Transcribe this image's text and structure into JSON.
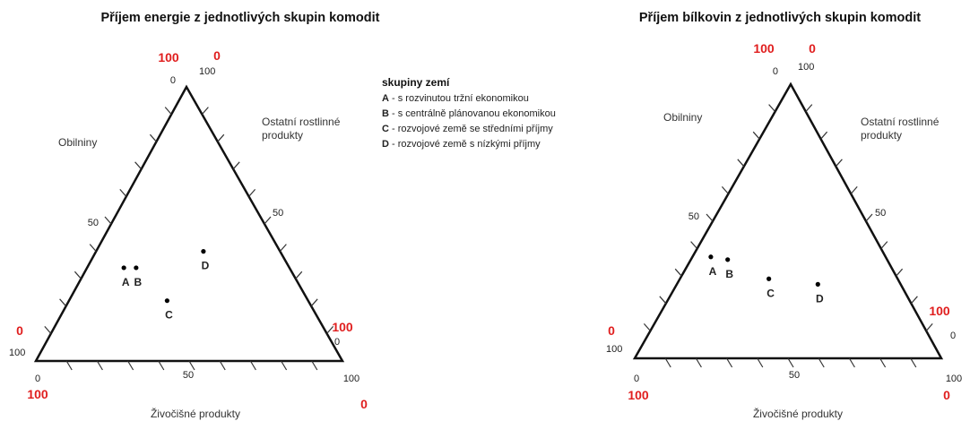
{
  "chart_data": [
    {
      "type": "ternary-scatter",
      "title": "Příjem energie z jednotlivých skupin komodit",
      "axes": {
        "left": "Obilniny",
        "right": "Ostatní rostlinné produkty",
        "bottom": "Živočišné produkty"
      },
      "tick_labels": {
        "top": {
          "left": "0",
          "right": "100"
        },
        "right_mid": "50",
        "left_mid": "50",
        "bottom_left": {
          "up": "100",
          "down": "0"
        },
        "bottom_right": {
          "up": "0",
          "down": "100"
        },
        "bottom_mid": "50"
      },
      "red_labels": {
        "top_left": "100",
        "top_right": "0",
        "left": "0",
        "right": "100",
        "bottom_left": "100",
        "bottom_right": "0"
      },
      "points": [
        {
          "label": "A",
          "zivocisne": 54,
          "obilniny": 34,
          "ostatni": 12
        },
        {
          "label": "B",
          "zivocisne": 50,
          "obilniny": 34,
          "ostatni": 16
        },
        {
          "label": "C",
          "zivocisne": 46,
          "obilniny": 22,
          "ostatni": 32
        },
        {
          "label": "D",
          "zivocisne": 25,
          "obilniny": 40,
          "ostatni": 35
        }
      ]
    },
    {
      "type": "ternary-scatter",
      "title": "Příjem bílkovin z jednotlivých skupin komodit",
      "axes": {
        "left": "Obilniny",
        "right": "Ostatní rostlinné produkty",
        "bottom": "Živočišné produkty"
      },
      "tick_labels": {
        "top": {
          "left": "0",
          "right": "100"
        },
        "right_mid": "50",
        "left_mid": "50",
        "bottom_left": {
          "up": "100",
          "down": "0"
        },
        "bottom_right": {
          "up": "0",
          "down": "100"
        },
        "bottom_mid": "50"
      },
      "red_labels": {
        "top_left": "100",
        "top_right": "0",
        "left": "0",
        "right": "100",
        "bottom_left": "100",
        "bottom_right": "0"
      },
      "points": [
        {
          "label": "A",
          "zivocisne": 57,
          "obilniny": 37,
          "ostatni": 6
        },
        {
          "label": "B",
          "zivocisne": 52,
          "obilniny": 36,
          "ostatni": 12
        },
        {
          "label": "C",
          "zivocisne": 42,
          "obilniny": 29,
          "ostatni": 29
        },
        {
          "label": "D",
          "zivocisne": 27,
          "obilniny": 27,
          "ostatni": 46
        }
      ]
    }
  ],
  "legend": {
    "title": "skupiny zemí",
    "items": [
      {
        "key": "A",
        "text": " - s rozvinutou tržní ekonomikou"
      },
      {
        "key": "B",
        "text": " - s centrálně plánovanou ekonomikou"
      },
      {
        "key": "C",
        "text": " - rozvojové země se středními příjmy"
      },
      {
        "key": "D",
        "text": " - rozvojové země s nízkými příjmy"
      }
    ]
  }
}
